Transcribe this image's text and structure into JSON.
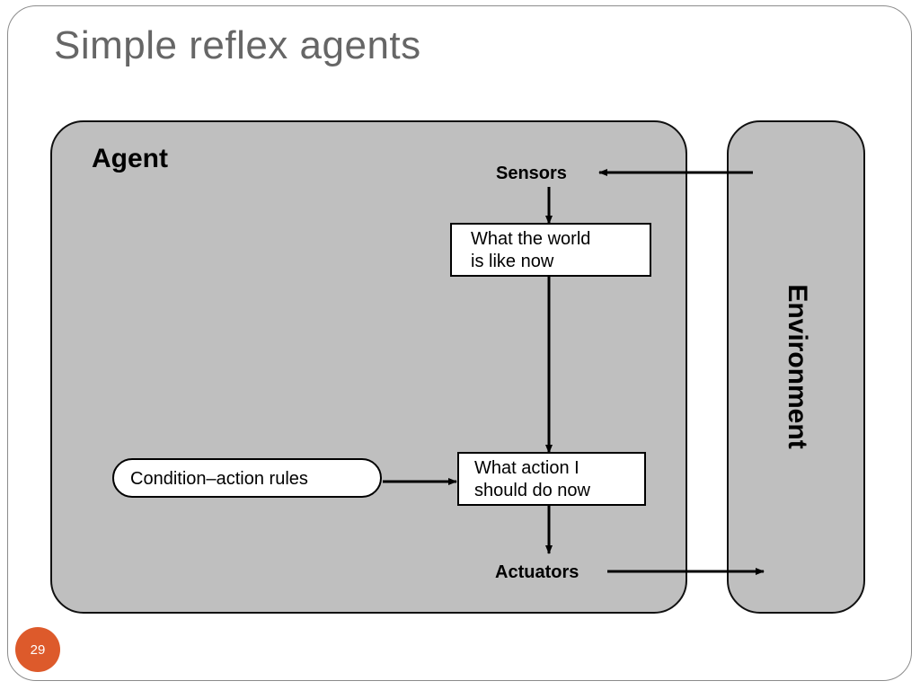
{
  "slide": {
    "title": "Simple reflex agents",
    "page_number": "29",
    "accent_color": "#dd5a2b"
  },
  "diagram": {
    "agent_label": "Agent",
    "environment_label": "Environment",
    "sensors_label": "Sensors",
    "actuators_label": "Actuators",
    "world_state_lines": [
      "What the world",
      "is like now"
    ],
    "action_lines": [
      "What action I",
      "should do now"
    ],
    "rules_label": "Condition–action rules",
    "fill_color": "#bfbfbf"
  }
}
